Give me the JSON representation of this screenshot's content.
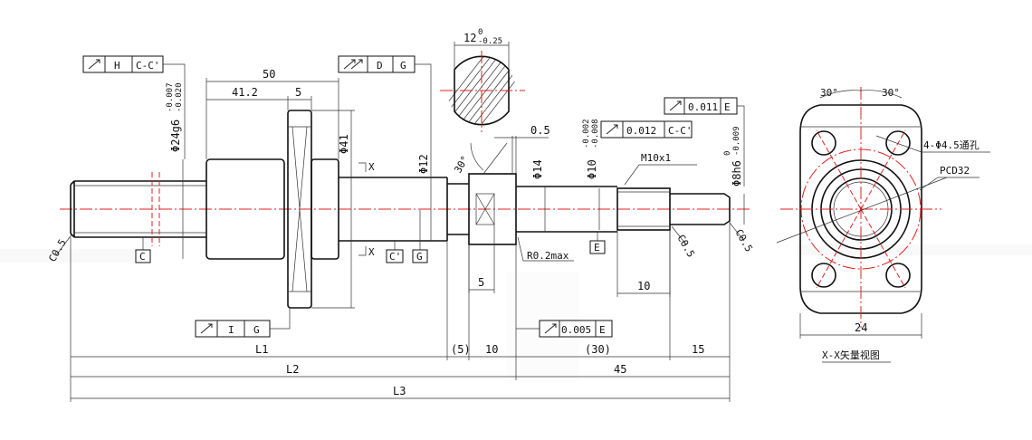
{
  "dims": {
    "d50": "50",
    "d41_2": "41.2",
    "d5_flange": "5",
    "d12_width": "12",
    "d12_tol_up": "0",
    "d12_tol_low": "-0.25",
    "d0_5": "0.5",
    "phi24": "Φ24g6",
    "phi24_tol_up": "-0.007",
    "phi24_tol_low": "-0.020",
    "phi41": "Φ41",
    "phi12": "Φ12",
    "phi14": "Φ14",
    "phi10": "Φ10",
    "phi10_tol_up": "-0.002",
    "phi10_tol_low": "-0.008",
    "phi8": "Φ8h6",
    "phi8_tol_up": "0",
    "phi8_tol_low": "-0.009",
    "angle30": "30°",
    "m10": "M10x1",
    "r02": "R0.2max",
    "c05": "C0.5",
    "d5_lower": "5",
    "d10_thread": "10",
    "l1": "L1",
    "l2": "L2",
    "l3": "L3",
    "p5": "(5)",
    "d10_low": "10",
    "p30": "(30)",
    "d45": "45",
    "d15": "15",
    "pcd": "PCD32",
    "holes": "4-Φ4.5通孔",
    "a30l": "30°",
    "a30r": "30°",
    "d24": "24",
    "view_title": "X-X矢量视图"
  },
  "datums": {
    "c": "C",
    "c_prime": "C'",
    "g": "G",
    "e": "E",
    "x_upper": "X",
    "x_lower": "X"
  },
  "fcf": {
    "f1_ref1": "H",
    "f1_ref2": "C-C'",
    "f2_ref1": "D",
    "f2_ref2": "G",
    "f3_val": "0.012",
    "f3_ref": "C-C'",
    "f4_val": "0.011",
    "f4_ref": "E",
    "f5_ref1": "I",
    "f5_ref2": "G",
    "f6_val": "0.005",
    "f6_ref": "E"
  }
}
